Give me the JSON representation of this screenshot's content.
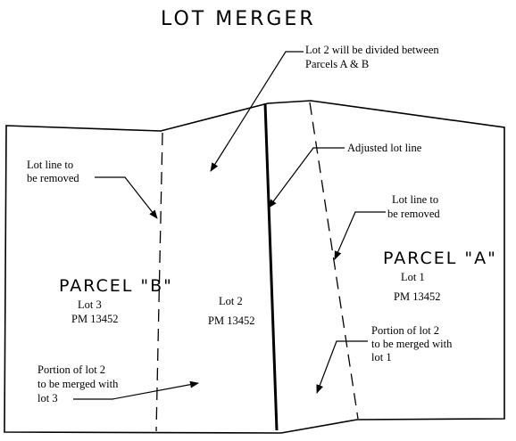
{
  "title": "LOT MERGER",
  "parcels": {
    "a": "PARCEL \"A\"",
    "b": "PARCEL \"B\""
  },
  "lots": {
    "lot1": {
      "name": "Lot 1",
      "pm": "PM 13452"
    },
    "lot2": {
      "name": "Lot 2",
      "pm": "PM 13452"
    },
    "lot3": {
      "name": "Lot  3",
      "pm": "PM 13452"
    }
  },
  "annotations": {
    "lot2_divided": [
      "Lot 2 will be divided between",
      "Parcels A & B"
    ],
    "adjusted_line": [
      "Adjusted lot line"
    ],
    "removed_left": [
      "Lot line to",
      "be removed"
    ],
    "removed_right": [
      "Lot line to",
      "be removed"
    ],
    "merge_lot1": [
      "Portion of lot 2",
      "to be merged with",
      "lot 1"
    ],
    "merge_lot3": [
      "Portion of lot 2",
      "to be merged with",
      "lot 3"
    ]
  }
}
